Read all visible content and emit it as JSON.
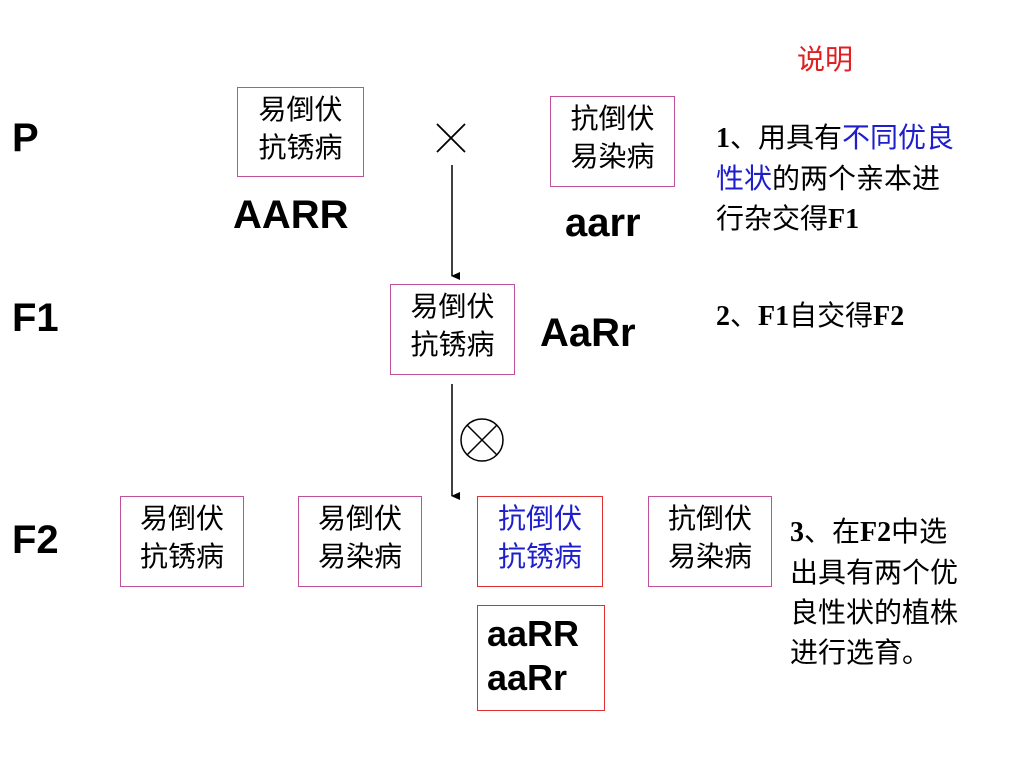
{
  "title": "说明",
  "generations": {
    "p": "P",
    "f1": "F1",
    "f2": "F2"
  },
  "parents": {
    "left": {
      "line1": "易倒伏",
      "line2": "抗锈病",
      "genotype": "AARR"
    },
    "right": {
      "line1": "抗倒伏",
      "line2": "易染病",
      "genotype": "aarr"
    }
  },
  "f1": {
    "line1": "易倒伏",
    "line2": "抗锈病",
    "genotype": "AaRr"
  },
  "f2": [
    {
      "line1": "易倒伏",
      "line2": "抗锈病"
    },
    {
      "line1": "易倒伏",
      "line2": "易染病"
    },
    {
      "line1": "抗倒伏",
      "line2": "抗锈病"
    },
    {
      "line1": "抗倒伏",
      "line2": "易染病"
    }
  ],
  "selected_genotypes": {
    "line1": "aaRR",
    "line2": "aaRr"
  },
  "notes": {
    "n1": {
      "num": "1",
      "sep": "、",
      "pre": "用具有",
      "hl1": "不同优良",
      "hl2": "性状",
      "post": "的两个亲本进",
      "line3a": "行杂交得",
      "line3b": "F1"
    },
    "n2": {
      "num": "2",
      "sep": "、",
      "a": "F1",
      "b": "自交得",
      "c": "F2"
    },
    "n3": {
      "num": "3",
      "sep": "、",
      "a": "在",
      "b": "F2",
      "c": "中选",
      "line2": "出具有两个优",
      "line3": "良性状的植株",
      "line4": "进行选育。"
    }
  }
}
